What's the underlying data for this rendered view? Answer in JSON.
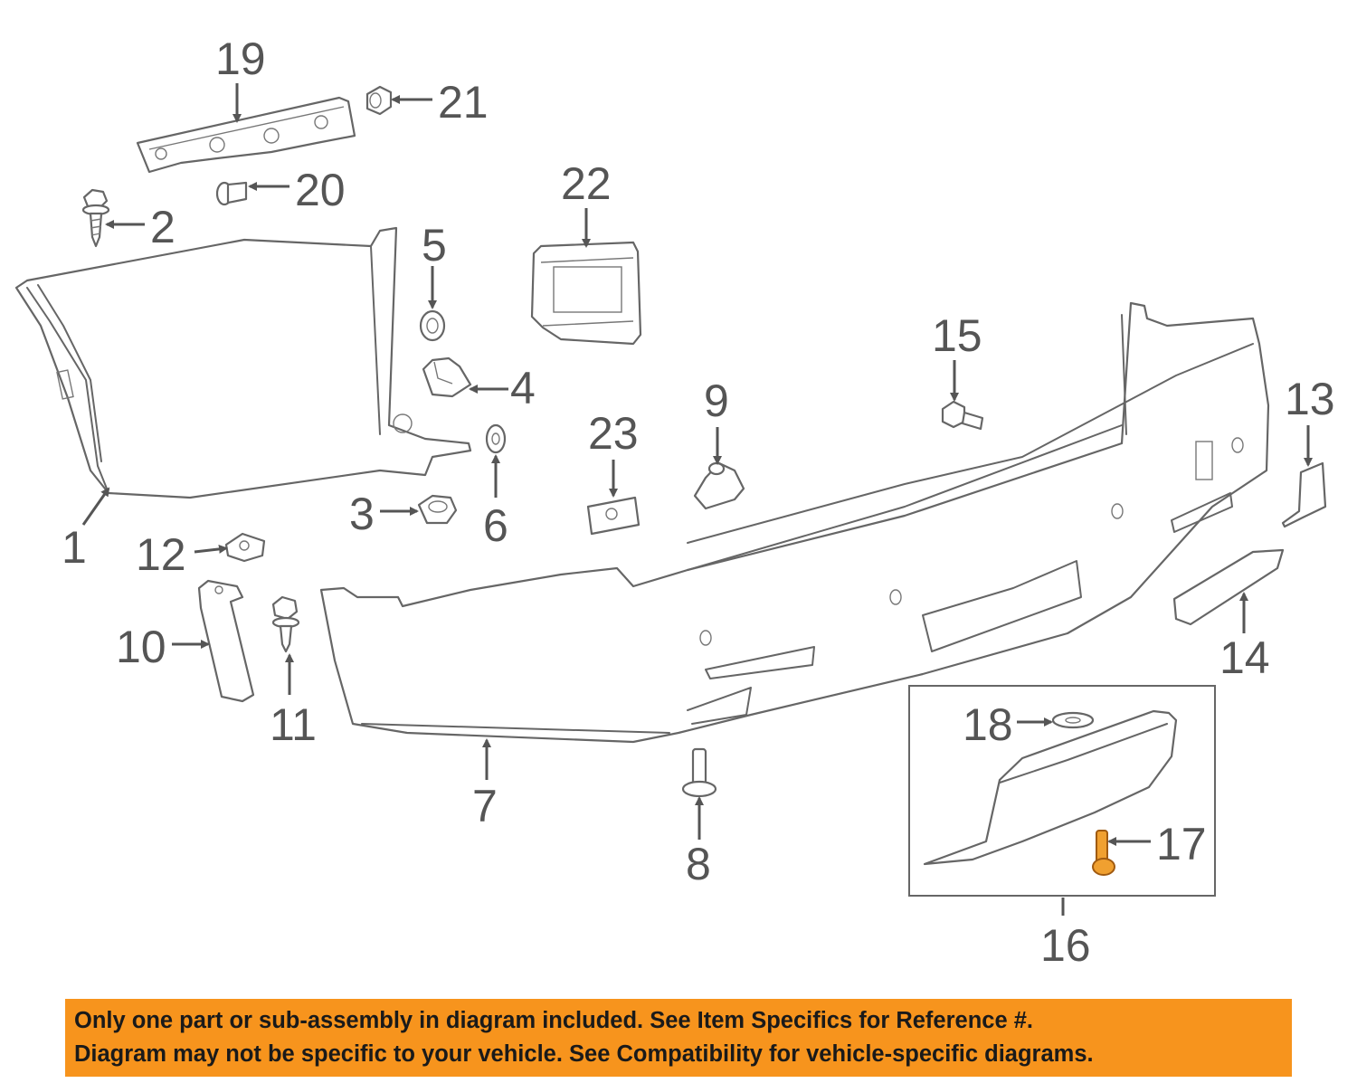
{
  "callouts": {
    "c1": "1",
    "c2": "2",
    "c3": "3",
    "c4": "4",
    "c5": "5",
    "c6": "6",
    "c7": "7",
    "c8": "8",
    "c9": "9",
    "c10": "10",
    "c11": "11",
    "c12": "12",
    "c13": "13",
    "c14": "14",
    "c15": "15",
    "c16": "16",
    "c17": "17",
    "c18": "18",
    "c19": "19",
    "c20": "20",
    "c21": "21",
    "c22": "22",
    "c23": "23"
  },
  "highlighted_part": "17",
  "highlight_color": "#f0a030",
  "banner": {
    "line1": "Only one part or sub-assembly in diagram included. See Item Specifics for Reference #.",
    "line2": "Diagram may not be specific to your vehicle. See Compatibility for vehicle-specific diagrams.",
    "background": "#f7941d"
  }
}
